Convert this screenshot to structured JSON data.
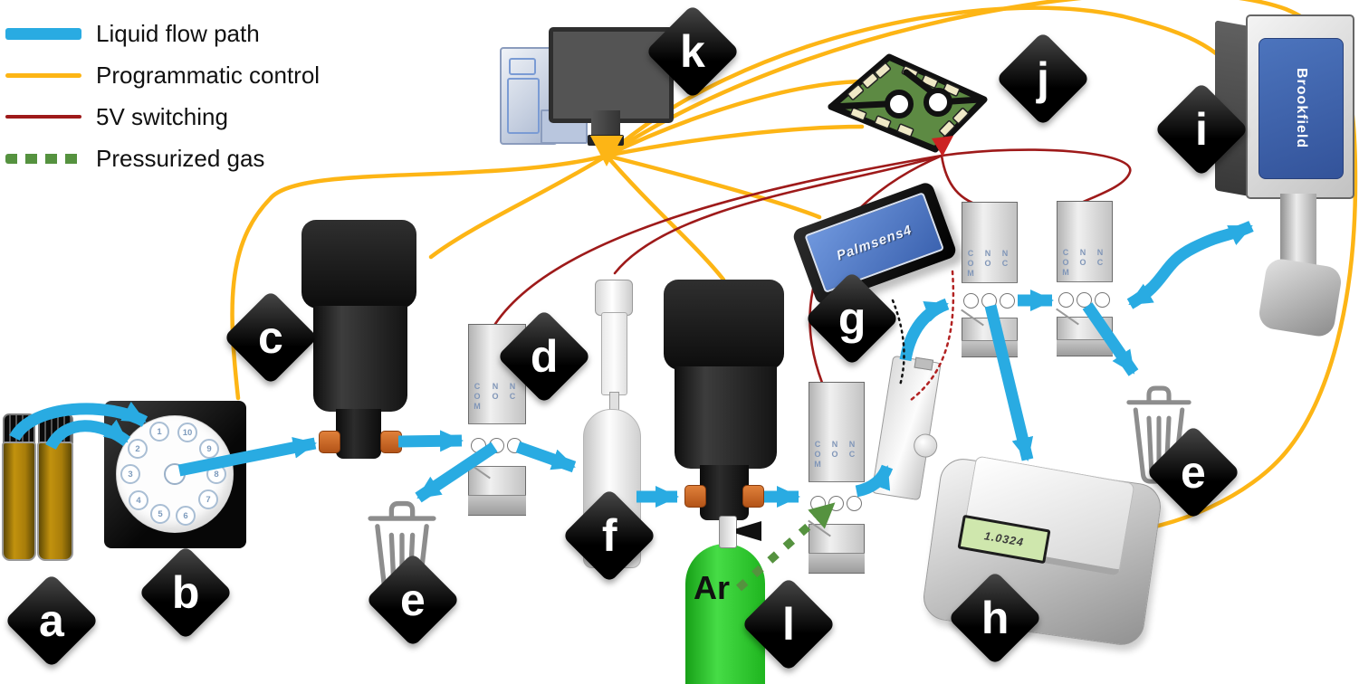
{
  "legend": {
    "items": [
      {
        "id": "liquid",
        "label": "Liquid flow path",
        "color": "#29abe2"
      },
      {
        "id": "programmatic",
        "label": "Programmatic control",
        "color": "#fdb515"
      },
      {
        "id": "switching",
        "label": "5V switching",
        "color": "#9e1a1a"
      },
      {
        "id": "gas",
        "label": "Pressurized gas",
        "color": "#55923f"
      }
    ]
  },
  "markers": {
    "a": "a",
    "b": "b",
    "c": "c",
    "d": "d",
    "e": "e",
    "f": "f",
    "g": "g",
    "h": "h",
    "i": "i",
    "j": "j",
    "k": "k",
    "l": "l"
  },
  "rotary_valve": {
    "ports": [
      "1",
      "2",
      "3",
      "4",
      "5",
      "6",
      "7",
      "8",
      "9",
      "10"
    ]
  },
  "solenoid_labels": {
    "com": "COM",
    "no": "NO",
    "nc": "NC"
  },
  "devices": {
    "potentiostat_label": "Palmsens4",
    "viscometer_label": "Brookfield",
    "gas_cylinder_label": "Ar",
    "balance_reading": "1.0324"
  }
}
